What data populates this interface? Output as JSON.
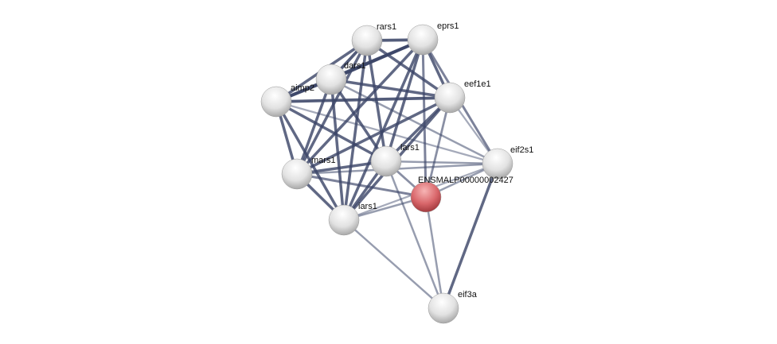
{
  "network": {
    "colors": {
      "edge": "#3b4568",
      "node": "#e6e6e6",
      "query_node": "#d9676b"
    },
    "nodes": [
      {
        "id": "rars1",
        "label": "rars1",
        "query": false
      },
      {
        "id": "eprs1",
        "label": "eprs1",
        "query": false
      },
      {
        "id": "dars1",
        "label": "dars1",
        "query": false
      },
      {
        "id": "aimp2",
        "label": "aimp2",
        "query": false
      },
      {
        "id": "eef1e1",
        "label": "eef1e1",
        "query": false
      },
      {
        "id": "eif2s1",
        "label": "eif2s1",
        "query": false
      },
      {
        "id": "lars1",
        "label": "lars1",
        "query": false
      },
      {
        "id": "mars1",
        "label": "mars1",
        "query": false
      },
      {
        "id": "ENSMALP00000002427",
        "label": "ENSMALP00000002427",
        "query": true
      },
      {
        "id": "iars1",
        "label": "iars1",
        "query": false
      },
      {
        "id": "eif3a",
        "label": "eif3a",
        "query": false
      }
    ],
    "edges": [
      [
        "rars1",
        "eprs1",
        0.9
      ],
      [
        "rars1",
        "dars1",
        0.9
      ],
      [
        "rars1",
        "aimp2",
        0.8
      ],
      [
        "rars1",
        "eef1e1",
        0.8
      ],
      [
        "rars1",
        "lars1",
        0.8
      ],
      [
        "rars1",
        "mars1",
        0.8
      ],
      [
        "rars1",
        "iars1",
        0.8
      ],
      [
        "eprs1",
        "dars1",
        0.95
      ],
      [
        "eprs1",
        "aimp2",
        0.9
      ],
      [
        "eprs1",
        "eef1e1",
        0.8
      ],
      [
        "eprs1",
        "lars1",
        0.8
      ],
      [
        "eprs1",
        "mars1",
        0.8
      ],
      [
        "eprs1",
        "iars1",
        0.8
      ],
      [
        "eprs1",
        "ENSMALP00000002427",
        0.6
      ],
      [
        "eprs1",
        "eif2s1",
        0.6
      ],
      [
        "dars1",
        "aimp2",
        0.9
      ],
      [
        "dars1",
        "eef1e1",
        0.8
      ],
      [
        "dars1",
        "lars1",
        0.8
      ],
      [
        "dars1",
        "mars1",
        0.8
      ],
      [
        "dars1",
        "iars1",
        0.8
      ],
      [
        "dars1",
        "eif2s1",
        0.4
      ],
      [
        "aimp2",
        "eef1e1",
        0.9
      ],
      [
        "aimp2",
        "lars1",
        0.8
      ],
      [
        "aimp2",
        "mars1",
        0.8
      ],
      [
        "aimp2",
        "iars1",
        0.8
      ],
      [
        "aimp2",
        "eif2s1",
        0.3
      ],
      [
        "eef1e1",
        "lars1",
        0.8
      ],
      [
        "eef1e1",
        "mars1",
        0.8
      ],
      [
        "eef1e1",
        "iars1",
        0.8
      ],
      [
        "eef1e1",
        "eif2s1",
        0.3
      ],
      [
        "eef1e1",
        "ENSMALP00000002427",
        0.5
      ],
      [
        "lars1",
        "mars1",
        0.8
      ],
      [
        "lars1",
        "iars1",
        0.8
      ],
      [
        "lars1",
        "ENSMALP00000002427",
        0.5
      ],
      [
        "lars1",
        "eif2s1",
        0.4
      ],
      [
        "lars1",
        "eif3a",
        0.4
      ],
      [
        "mars1",
        "iars1",
        0.8
      ],
      [
        "mars1",
        "ENSMALP00000002427",
        0.6
      ],
      [
        "mars1",
        "eif2s1",
        0.4
      ],
      [
        "iars1",
        "ENSMALP00000002427",
        0.4
      ],
      [
        "iars1",
        "eif3a",
        0.4
      ],
      [
        "iars1",
        "eif2s1",
        0.3
      ],
      [
        "ENSMALP00000002427",
        "eif2s1",
        0.4
      ],
      [
        "ENSMALP00000002427",
        "eif3a",
        0.4
      ],
      [
        "eif2s1",
        "eif3a",
        0.8
      ]
    ]
  }
}
